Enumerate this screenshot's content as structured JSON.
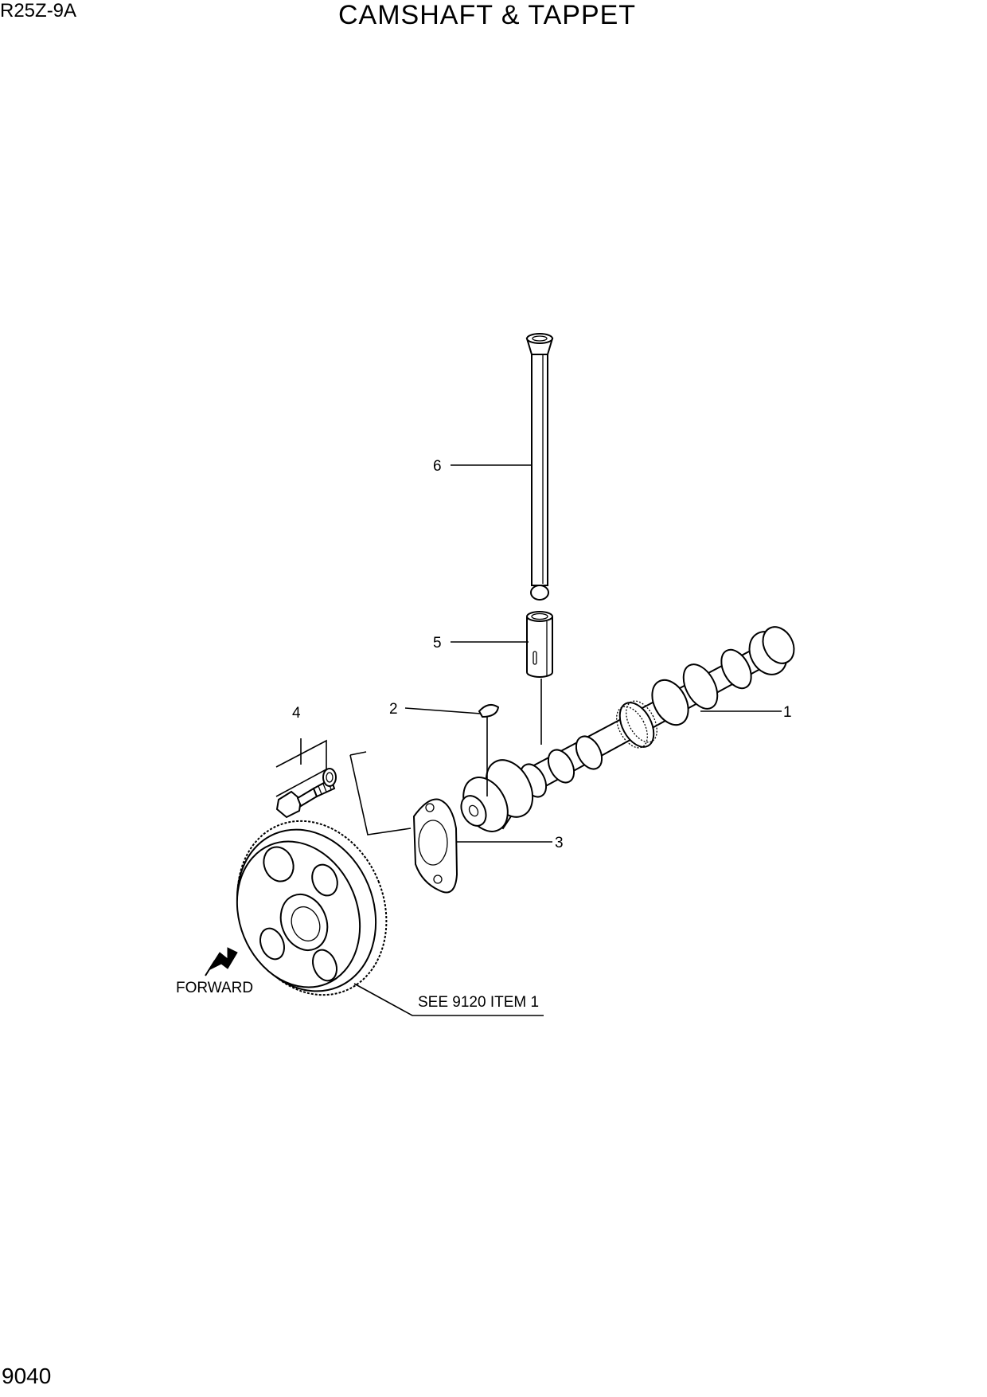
{
  "header": {
    "model": "R25Z-9A",
    "title": "CAMSHAFT & TAPPET"
  },
  "footer": {
    "page_number": "9040"
  },
  "diagram": {
    "callouts": [
      {
        "id": "1",
        "text": "1"
      },
      {
        "id": "2",
        "text": "2"
      },
      {
        "id": "3",
        "text": "3"
      },
      {
        "id": "4",
        "text": "4"
      },
      {
        "id": "5",
        "text": "5"
      },
      {
        "id": "6",
        "text": "6"
      }
    ],
    "reference_note": "SEE 9120 ITEM 1",
    "direction_label": "FORWARD",
    "icons": [
      "forward-arrow-icon"
    ]
  }
}
